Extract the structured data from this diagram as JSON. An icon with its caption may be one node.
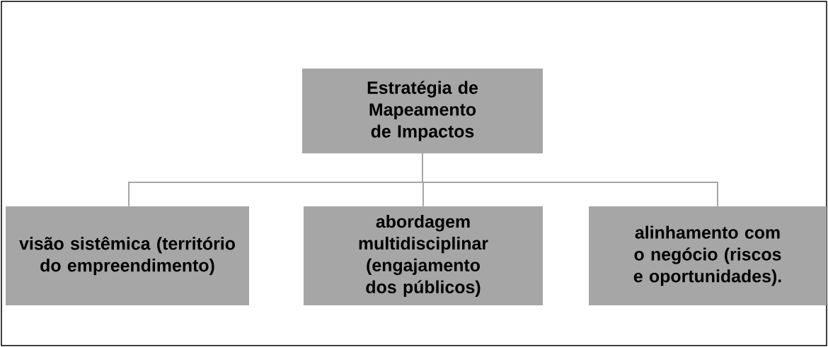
{
  "diagram": {
    "nodes": [
      {
        "text": [
          "Estratégia de Mapeamento de Impactos"
        ]
      },
      {
        "text": [
          "visão sistêmica (território do empreendimento)"
        ]
      },
      {
        "text": [
          "abordagem multidisciplinar (engajamento dos públicos)"
        ]
      },
      {
        "text": [
          "alinhamento com o negócio (riscos e oportunidades)."
        ]
      }
    ],
    "edges": [
      {
        "from": 0,
        "to": 1,
        "arrow": "none"
      },
      {
        "from": 0,
        "to": 2,
        "arrow": "none"
      },
      {
        "from": 0,
        "to": 3,
        "arrow": "none"
      }
    ]
  }
}
